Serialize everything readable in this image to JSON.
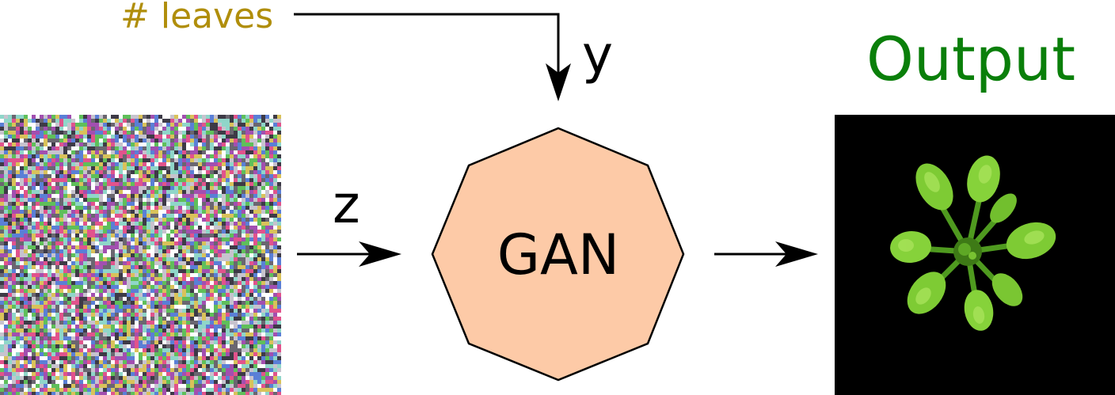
{
  "diagram": {
    "condition_label": "# leaves",
    "condition_var": "y",
    "noise_var": "z",
    "model_label": "GAN",
    "output_label": "Output"
  },
  "nodes": {
    "noise_image": {
      "description_icon": "random-noise-image"
    },
    "model": {
      "shape": "octagon"
    },
    "output_image": {
      "description_icon": "plant-rosette-image"
    }
  },
  "colors": {
    "condition_label": "#b08e0b",
    "output_label": "#0a7f0a",
    "gan_fill": "#fdcaa7",
    "gan_stroke": "#000000",
    "arrows": "#000000",
    "output_background": "#000000",
    "leaf_primary": "#7ecb34",
    "leaf_highlight": "#a8e35a",
    "leaf_shadow": "#3e7a16"
  }
}
